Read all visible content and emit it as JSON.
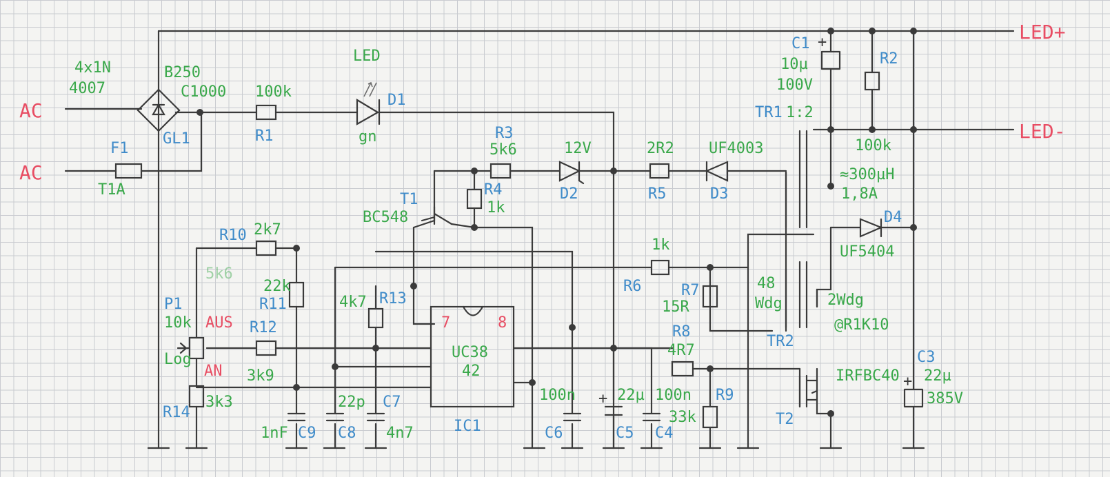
{
  "labels": {
    "ac1": "AC",
    "ac2": "AC",
    "led_plus": "LED+",
    "led_minus": "LED-",
    "bridge_parts": "4x1N",
    "bridge_parts2": "4007",
    "bridge_type": "B250",
    "bridge_type2": "C1000",
    "gl1": "GL1",
    "f1": "F1",
    "f1_val": "T1A",
    "r1": "R1",
    "r1_val": "100k",
    "led": "LED",
    "d1": "D1",
    "d1_col": "gn",
    "r3": "R3",
    "r3_val": "5k6",
    "r4": "R4",
    "r4_val": "1k",
    "t1": "T1",
    "t1_type": "BC548",
    "d2_val": "12V",
    "d2": "D2",
    "r5_val": "2R2",
    "r5": "R5",
    "d3_type": "UF4003",
    "d3": "D3",
    "tr1": "TR1",
    "tr1_ratio": "1:2",
    "c1": "C1",
    "c1_val": "10µ",
    "c1_volt": "100V",
    "r2": "R2",
    "r2_val": "100k",
    "ind_val": "≈300µH",
    "ind_cur": "1,8A",
    "d4": "D4",
    "d4_type": "UF5404",
    "r10": "R10",
    "r10_val": "2k7",
    "r10_alt": "5k6",
    "r11": "R11",
    "r11_val": "22k",
    "p1": "P1",
    "p1_val": "10k",
    "p1_log": "Log",
    "aus": "AUS",
    "an": "AN",
    "r12": "R12",
    "r12_val": "3k9",
    "r14": "R14",
    "r14_val": "3k3",
    "r13": "R13",
    "r13_val": "4k7",
    "ic_pin7": "7",
    "ic_pin8": "8",
    "ic_name1": "UC38",
    "ic_name2": "42",
    "ic1": "IC1",
    "r6_val": "1k",
    "r6": "R6",
    "r7": "R7",
    "r7_val": "15R",
    "tr2_wdg1": "48",
    "tr2_wdg1b": "Wdg",
    "tr2_wdg2": "2Wdg",
    "tr2_core": "@R1K10",
    "tr2": "TR2",
    "r8": "R8",
    "r8_val": "4R7",
    "r9": "R9",
    "r9_val": "33k",
    "t2_type": "IRFBC40",
    "t2": "T2",
    "c3": "C3",
    "c3_val": "22µ",
    "c3_volt": "385V",
    "c9_val": "1nF",
    "c9": "C9",
    "c8_val": "22p",
    "c8": "C8",
    "c7": "C7",
    "c7_val": "4n7",
    "c6_val": "100n",
    "c6": "C6",
    "c5_val": "22µ",
    "c5": "C5",
    "c4_val": "100n",
    "c4": "C4"
  },
  "colors": {
    "wire": "#3a3a3a",
    "value_green": "#39a84a",
    "ref_blue": "#3f8bc9",
    "net_red": "#e84d63"
  }
}
